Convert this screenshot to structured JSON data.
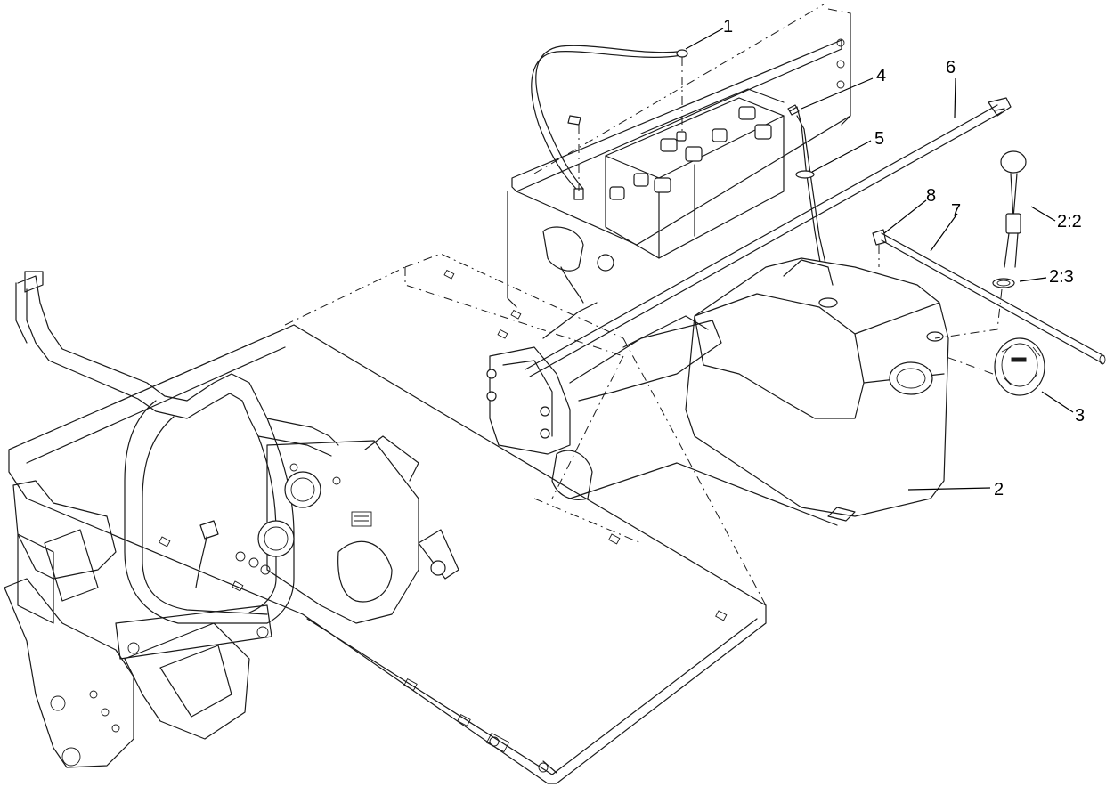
{
  "callouts": {
    "c1": "1",
    "c2": "2",
    "c2_2": "2:2",
    "c2_3": "2:3",
    "c3": "3",
    "c4": "4",
    "c5": "5",
    "c6": "6",
    "c7": "7",
    "c8": "8"
  }
}
